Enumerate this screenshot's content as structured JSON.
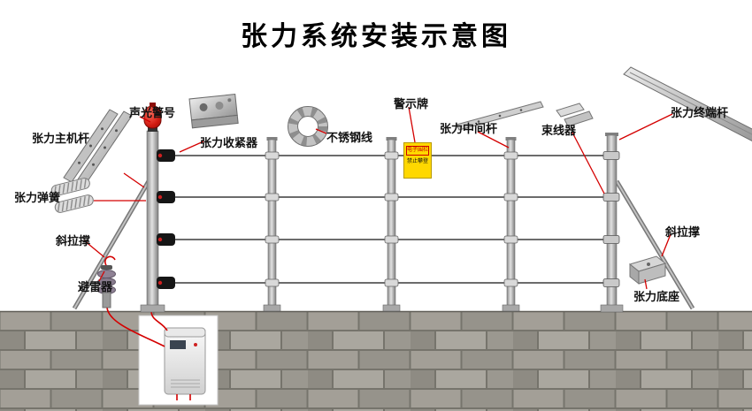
{
  "title": "张力系统安装示意图",
  "labels": {
    "main_pole": "张力主机杆",
    "sound_light_alarm": "声光警号",
    "tension_tightener": "张力收紧器",
    "stainless_wire": "不锈钢线",
    "warning_sign": "警示牌",
    "middle_pole": "张力中间杆",
    "wire_bundler": "束线器",
    "terminal_pole": "张力终端杆",
    "tension_spring": "张力弹簧",
    "diagonal_brace_left": "斜拉撑",
    "lightning_arrester": "避雷器",
    "diagonal_brace_right": "斜拉撑",
    "tension_base": "张力底座"
  },
  "warning_board": {
    "line1": "电子围栏",
    "line2": "禁止攀登"
  },
  "colors": {
    "leader_line": "#d40000",
    "sign_yellow": "#ffd800",
    "alarm_red": "#c81414"
  }
}
